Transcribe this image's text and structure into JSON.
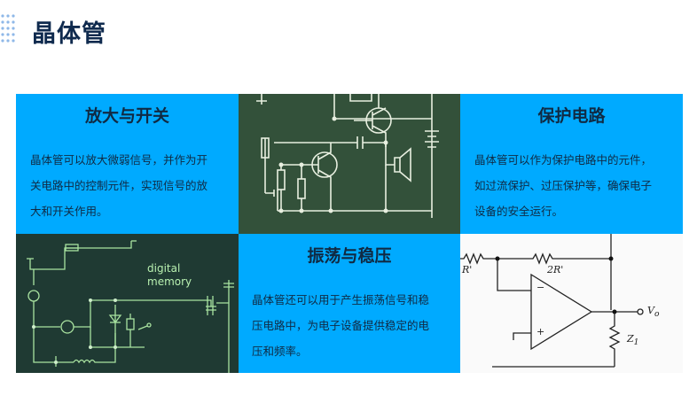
{
  "page": {
    "title": "晶体管"
  },
  "cards": [
    {
      "title": "放大与开关",
      "desc_lines": [
        "晶体管可以放大微弱信号，并作为开",
        "关电路中的控制元件，实现信号的放",
        "大和开关作用。"
      ]
    },
    {
      "title": "保护电路",
      "desc_lines": [
        "晶体管可以作为保护电路中的元件，",
        "如过流保护、过压保护等，确保电子",
        "设备的安全运行。"
      ]
    },
    {
      "title": "振荡与稳压",
      "desc_lines": [
        "晶体管还可以用于产生振荡信号和稳",
        "压电路中，为电子设备提供稳定的电",
        "压和频率。"
      ]
    }
  ],
  "images": {
    "memory_board": {
      "line1": "digital",
      "line2": "memory"
    },
    "opamp": {
      "r1": "R'",
      "r2": "2R'",
      "vo": "V",
      "vo_sub": "o",
      "z": "Z",
      "z_sub": "1",
      "minus": "−",
      "plus": "+"
    }
  },
  "colors": {
    "card_blue": "#00aaff",
    "title_dark": "#0f2a4e",
    "board_green": "#2f4a32"
  },
  "icons": [
    "dot-grid-icon"
  ]
}
